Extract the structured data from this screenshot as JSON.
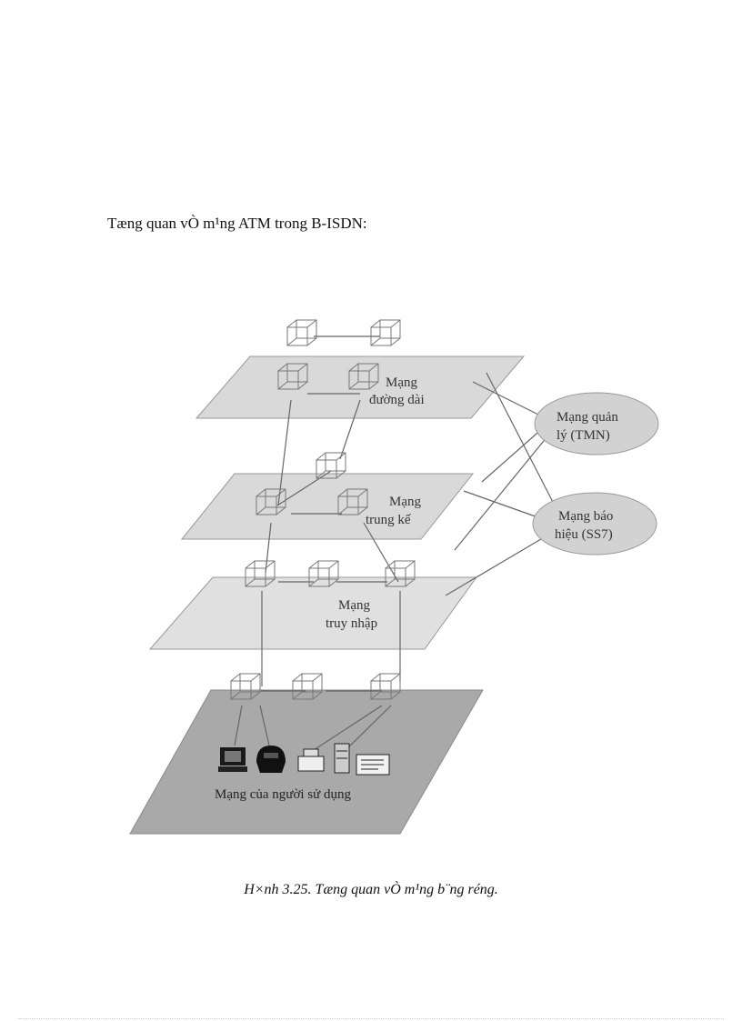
{
  "heading": "Tæng quan vÒ m¹ng ATM trong B-ISDN:",
  "figure": {
    "layers": {
      "long_distance": [
        "Mạng",
        "đường dài"
      ],
      "trunk": [
        "Mạng",
        "trung kế"
      ],
      "access": [
        "Mạng",
        "truy nhập"
      ],
      "user": [
        "Mạng của người sử dụng"
      ]
    },
    "ovals": {
      "tmn": [
        "Mạng quản",
        "lý (TMN)"
      ],
      "ss7": [
        "Mạng báo",
        "hiệu (SS7)"
      ]
    },
    "icons": [
      "computer-icon",
      "telephone-icon",
      "fax-icon",
      "server-icon",
      "document-icon"
    ]
  },
  "caption": "H×nh 3.25. Tæng quan vÒ m¹ng b¨ng réng."
}
